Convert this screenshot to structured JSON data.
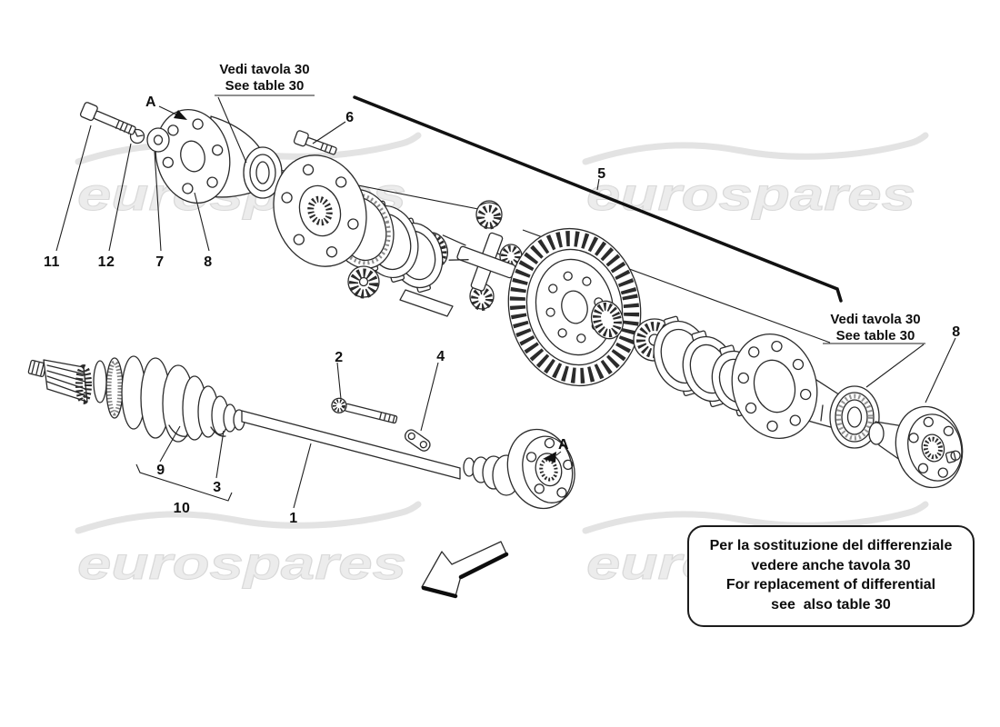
{
  "page": {
    "type": "exploded-parts-diagram",
    "subject": "Differential and axle shafts",
    "background": "#ffffff"
  },
  "colors": {
    "line_art": "#2b2b2b",
    "label_text": "#0f0f0f",
    "watermark": "#ececec",
    "box_border": "#1c1c1c"
  },
  "watermark": {
    "text": "eurospares"
  },
  "notes": {
    "top_left": {
      "line1": "Vedi tavola 30",
      "line2": "See table 30"
    },
    "right": {
      "line1": "Vedi tavola 30",
      "line2": "See table 30"
    }
  },
  "info_box": {
    "line1": "Per la sostituzione del differenziale",
    "line2": "vedere anche tavola 30",
    "line3": "For replacement of differential",
    "line4": "see  also table 30"
  },
  "callouts": [
    {
      "id": "11",
      "label": "11"
    },
    {
      "id": "12",
      "label": "12"
    },
    {
      "id": "7",
      "label": "7"
    },
    {
      "id": "8-hub",
      "label": "8"
    },
    {
      "id": "A-top",
      "label": "A"
    },
    {
      "id": "6",
      "label": "6"
    },
    {
      "id": "5",
      "label": "5"
    },
    {
      "id": "8-flange",
      "label": "8"
    },
    {
      "id": "2",
      "label": "2"
    },
    {
      "id": "4",
      "label": "4"
    },
    {
      "id": "A-bottom",
      "label": "A"
    },
    {
      "id": "9",
      "label": "9"
    },
    {
      "id": "3",
      "label": "3"
    },
    {
      "id": "10",
      "label": "10"
    },
    {
      "id": "1",
      "label": "1"
    }
  ],
  "icons": {
    "direction_arrow": "outline-arrow-pointing-down-left",
    "detail_view_arrow": "filled-triangle-pointer"
  }
}
